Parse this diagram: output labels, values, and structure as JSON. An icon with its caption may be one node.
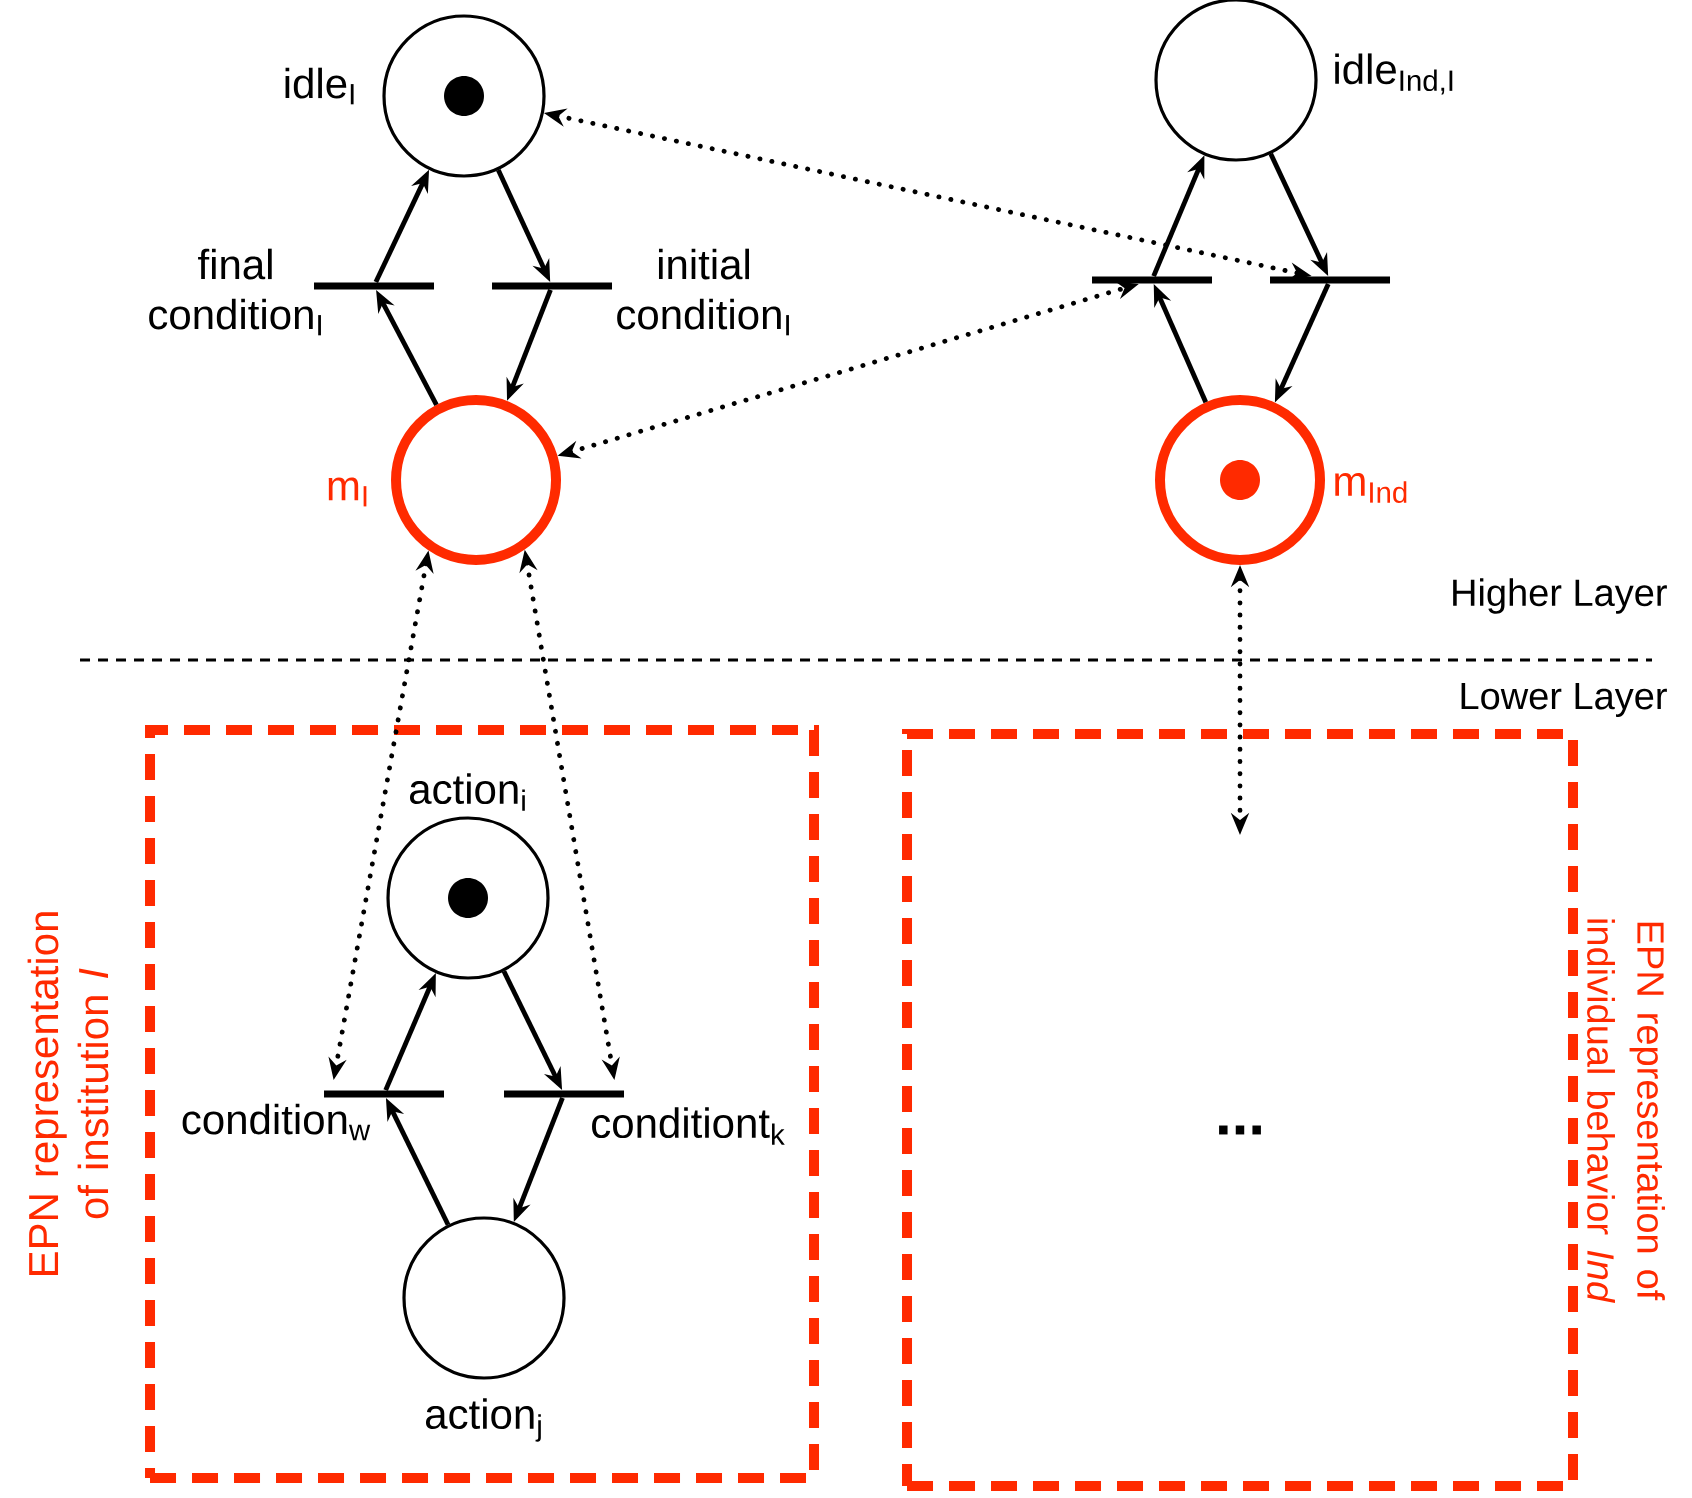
{
  "diagram": {
    "nodes": [
      {
        "text": [
          "idle$_{I}$"
        ]
      },
      {
        "text": [
          "final condition$_{I}$"
        ]
      },
      {
        "text": [
          "initial condition$_{I}$"
        ]
      },
      {
        "text": [
          "m$_{I}$"
        ]
      },
      {
        "text": [
          "idle$_{Ind,I}$"
        ]
      },
      {
        "text": [],
        "shape": "bar"
      },
      {
        "text": [],
        "shape": "bar"
      },
      {
        "text": [
          "m$_{Ind}$"
        ]
      },
      {
        "text": [
          "EPN representation of institution *I*"
        ]
      },
      {
        "text": [
          "action$_{i}$"
        ],
        "in": 8
      },
      {
        "text": [
          "condition$_{w}$"
        ],
        "in": 8
      },
      {
        "text": [
          "conditiont$_{k}$"
        ],
        "in": 8
      },
      {
        "text": [
          "action$_{j}$"
        ],
        "in": 8
      },
      {
        "text": [
          "EPN representation of individual behavior *Ind*"
        ]
      }
    ],
    "edges": [
      {
        "from": 0,
        "to": 2,
        "arrow": "to"
      },
      {
        "from": 2,
        "to": 3,
        "arrow": "to"
      },
      {
        "from": 3,
        "to": 1,
        "arrow": "to"
      },
      {
        "from": 1,
        "to": 0,
        "arrow": "to"
      },
      {
        "from": 4,
        "to": 6,
        "arrow": "to"
      },
      {
        "from": 6,
        "to": 7,
        "arrow": "to"
      },
      {
        "from": 7,
        "to": 5,
        "arrow": "to"
      },
      {
        "from": 5,
        "to": 4,
        "arrow": "to"
      },
      {
        "from": 9,
        "to": 11,
        "arrow": "to"
      },
      {
        "from": 11,
        "to": 12,
        "arrow": "to"
      },
      {
        "from": 12,
        "to": 10,
        "arrow": "to"
      },
      {
        "from": 10,
        "to": 9,
        "arrow": "to"
      },
      {
        "from": 0,
        "to": 6,
        "arrow": "both",
        "style": "dashed"
      },
      {
        "from": 3,
        "to": 5,
        "arrow": "both",
        "style": "dashed"
      },
      {
        "from": 3,
        "to": 10,
        "arrow": "both",
        "style": "dashed"
      },
      {
        "from": 3,
        "to": 11,
        "arrow": "both",
        "style": "dashed"
      },
      {
        "from": 7,
        "to": 13,
        "arrow": "both",
        "style": "dashed"
      }
    ],
    "labels": [
      "Higher Layer",
      "Lower Layer",
      "..."
    ]
  }
}
